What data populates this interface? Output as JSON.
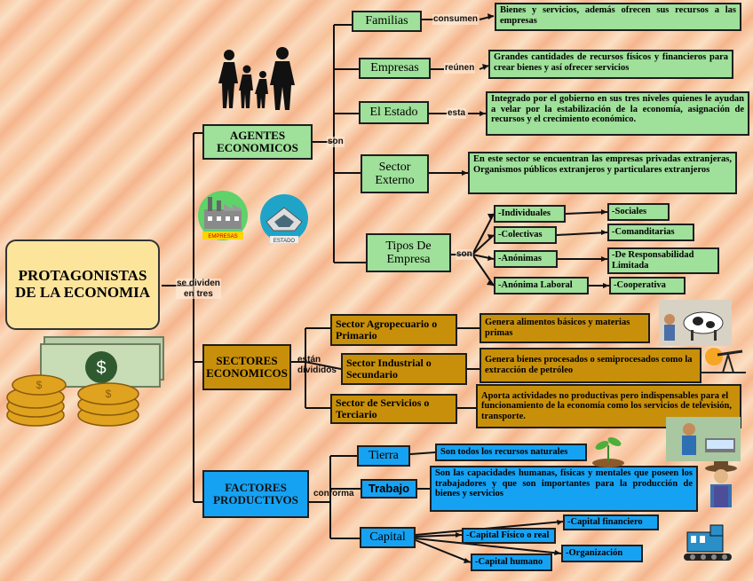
{
  "root": {
    "label": "PROTAGONISTAS DE LA ECONOMIA"
  },
  "root_connector": {
    "label_line1": "se dividen",
    "label_line2": "en tres"
  },
  "agentes": {
    "label": "AGENTES ECONOMICOS",
    "connector": "son",
    "familias": {
      "label": "Familias",
      "connector": "consumen",
      "desc": "Bienes y servicios, además ofrecen sus recursos a las empresas"
    },
    "empresas": {
      "label": "Empresas",
      "connector": "reúnen",
      "desc": "Grandes cantidades de recursos físicos y financieros para crear bienes y así ofrecer servicios"
    },
    "estado": {
      "label": "El Estado",
      "connector": "esta",
      "desc": "Integrado por el gobierno en sus tres niveles quienes le ayudan a velar por la estabilización de la economía, asignación de recursos y el crecimiento económico."
    },
    "externo": {
      "label": "Sector Externo",
      "desc": "En este sector se encuentran las empresas privadas extranjeras, Organismos públicos extranjeros y particulares extranjeros"
    },
    "tipos": {
      "label": "Tipos De Empresa",
      "connector": "son",
      "items": [
        "-Individuales",
        "-Colectivas",
        "-Anónimas",
        "-Anónima Laboral"
      ],
      "subtypes": [
        "-Sociales",
        "-Comanditarias",
        "-De Responsabilidad Limitada",
        "-Cooperativa"
      ]
    },
    "icon_empresas": "EMPRESAS",
    "icon_estado": "ESTADO"
  },
  "sectores": {
    "label": "SECTORES ECONOMICOS",
    "connector_line1": "están",
    "connector_line2": "divididos",
    "primario": {
      "label": "Sector Agropecuario o Primario",
      "desc": "Genera alimentos básicos y materias primas"
    },
    "secundario": {
      "label": "Sector Industrial o Secundario",
      "desc": "Genera bienes procesados o semiprocesados como la extracción de petróleo"
    },
    "terciario": {
      "label": "Sector de Servicios o Terciario",
      "desc": "Aporta actividades no productivas pero indispensables para el funcionamiento de la economía como los servicios de televisión, transporte."
    }
  },
  "factores": {
    "label": "FACTORES PRODUCTIVOS",
    "connector": "conforma",
    "tierra": {
      "label": "Tierra",
      "desc": "Son todos los recursos naturales"
    },
    "trabajo": {
      "label": "Trabajo",
      "desc": "Son las capacidades humanas, físicas y mentales que poseen los trabajadores y que son importantes para la producción de bienes y servicios"
    },
    "capital": {
      "label": "Capital",
      "items": [
        "-Capital financiero",
        "-Capital Físico o real",
        "-Organización",
        "-Capital humano"
      ]
    }
  },
  "colors": {
    "green": "#9fe09a",
    "gold": "#c8900a",
    "blue": "#16a2f2",
    "root": "#fde49b"
  }
}
